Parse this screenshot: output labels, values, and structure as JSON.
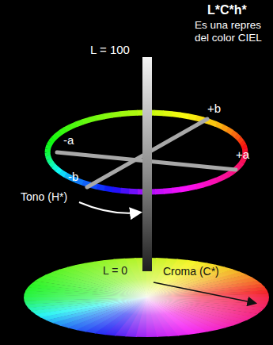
{
  "diagram": {
    "title": "L*C*h*",
    "labels": [
      "Es una repres",
      "del color CIEL",
      "L = 100",
      "+b",
      "-a",
      "+a",
      "-b",
      "Tono (H*)",
      "L = 0",
      "Croma (C*)"
    ]
  }
}
